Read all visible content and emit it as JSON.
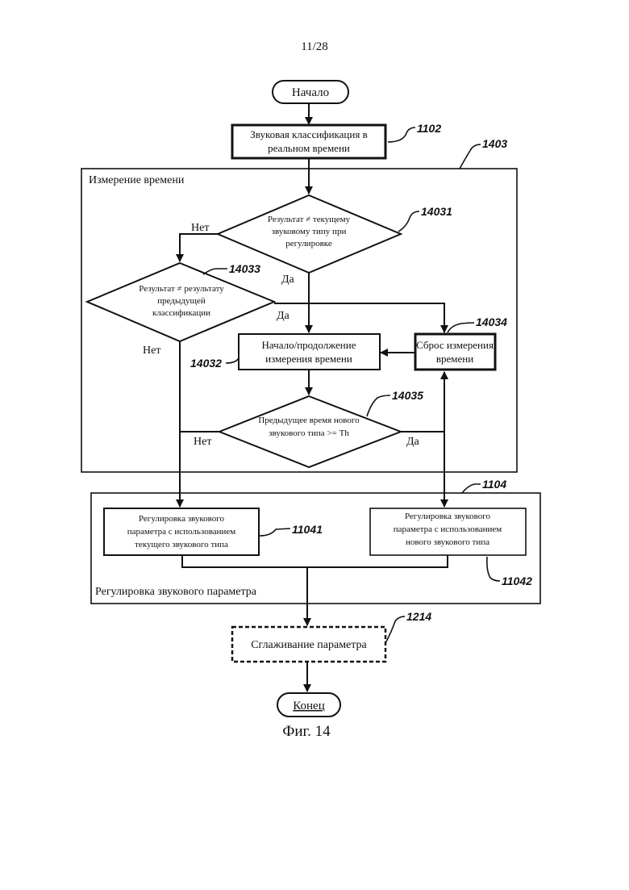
{
  "page_number": "11/28",
  "figure_caption": "Фиг. 14",
  "nodes": {
    "start": "Начало",
    "classification_l1": "Звуковая классификация в",
    "classification_l2": "реальном времени",
    "decision1_l1": "Результат ≠ текущему",
    "decision1_l2": "звуковому типу при",
    "decision1_l3": "регулировке",
    "decision2_l1": "Результат ≠ результату",
    "decision2_l2": "предыдущей",
    "decision2_l3": "классификации",
    "start_timing_l1": "Начало/продолжение",
    "start_timing_l2": "измерения времени",
    "reset_l1": "Сброс измерения",
    "reset_l2": "времени",
    "decision3_l1": "Предыдущее время нового",
    "decision3_l2": "звукового типа >= Th",
    "adjust_current_l1": "Регулировка звукового",
    "adjust_current_l2": "параметра с использованием",
    "adjust_current_l3": "текущего звукового типа",
    "adjust_new_l1": "Регулировка звукового",
    "adjust_new_l2": "параметра с использованием",
    "adjust_new_l3": "нового звукового типа",
    "smoothing": "Сглаживание параметра",
    "end": "Конец"
  },
  "groups": {
    "timing": "Измерение времени",
    "adjustment": "Регулировка звукового параметра"
  },
  "edge_labels": {
    "d1_no": "Нет",
    "d1_yes": "Да",
    "d2_yes": "Да",
    "d2_no": "Нет",
    "d3_no": "Нет",
    "d3_yes": "Да"
  },
  "refs": {
    "r1102": "1102",
    "r1403": "1403",
    "r14031": "14031",
    "r14033": "14033",
    "r14034": "14034",
    "r14032": "14032",
    "r14035": "14035",
    "r1104": "1104",
    "r11041": "11041",
    "r11042": "11042",
    "r1214": "1214"
  }
}
